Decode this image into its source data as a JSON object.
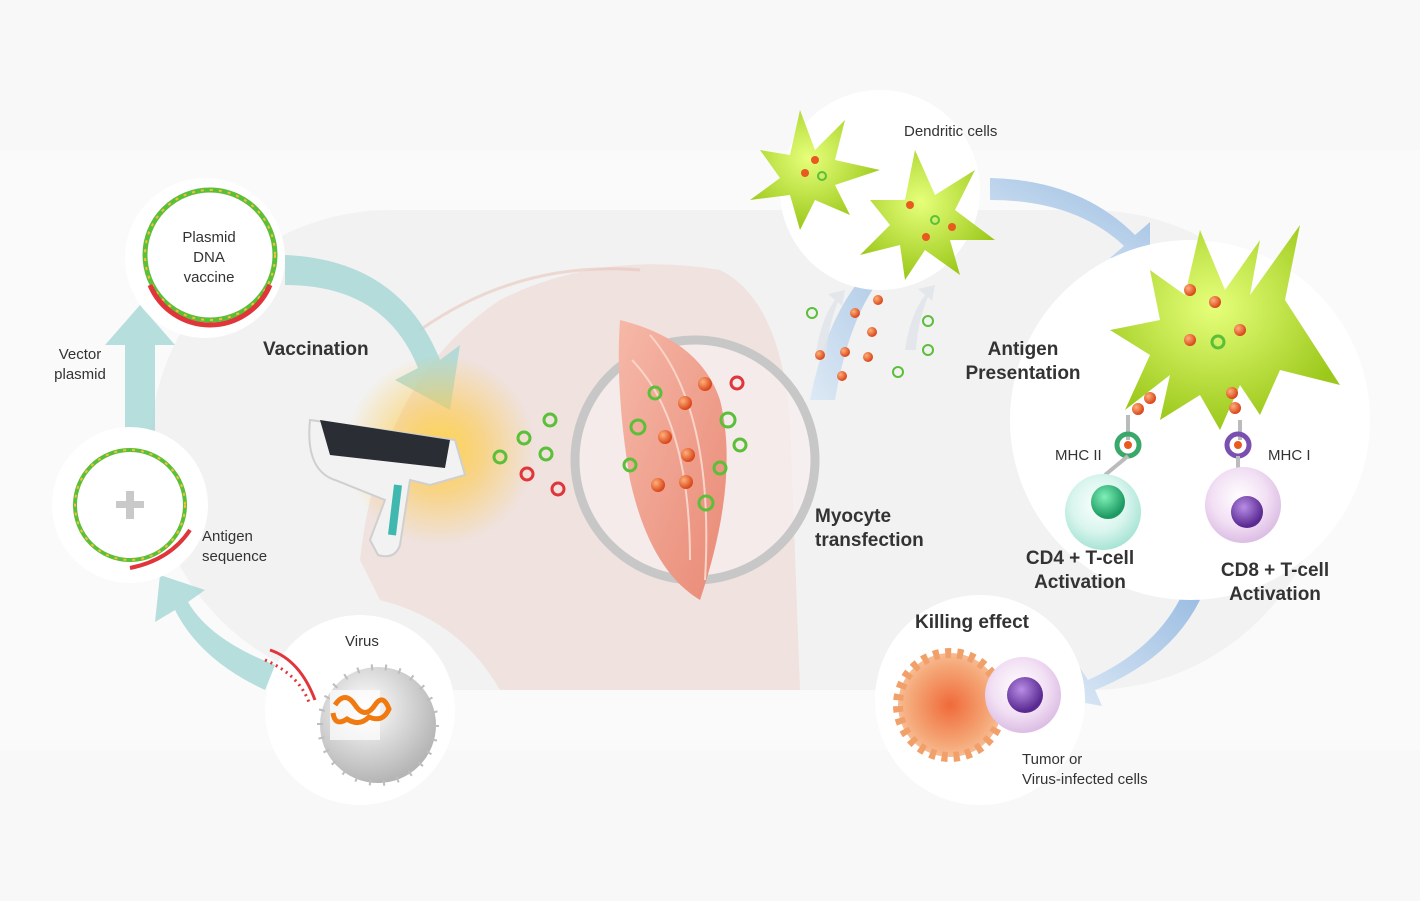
{
  "labels": {
    "plasmid_dna_vaccine": [
      "Plasmid",
      "DNA",
      "vaccine"
    ],
    "vector_plasmid": [
      "Vector",
      "plasmid"
    ],
    "antigen_sequence": [
      "Antigen",
      "sequence"
    ],
    "virus": "Virus",
    "vaccination": "Vaccination",
    "myocyte_transfection": [
      "Myocyte",
      "transfection"
    ],
    "dendritic_cells": "Dendritic cells",
    "antigen_presentation": [
      "Antigen",
      "Presentation"
    ],
    "mhc_ii": "MHC II",
    "mhc_i": "MHC I",
    "cd4_activation": [
      "CD4 + T-cell",
      "Activation"
    ],
    "cd8_activation": [
      "CD8 + T-cell",
      "Activation"
    ],
    "killing_effect": "Killing effect",
    "tumor_cells": [
      "Tumor or",
      "Virus-infected cells"
    ]
  },
  "colors": {
    "cycle_arrow": "#a9d8d6",
    "presentation_arrow": "#a9c8e8",
    "dendritic_cell": "#b8e02a",
    "antigen_dot": "#e85a20",
    "dna_green": "#5bbf3a",
    "dna_red": "#e0353a",
    "cd4_cell": "#3fc58a",
    "cd8_cell": "#8a4fc0",
    "tumor_cell": "#f2a06a",
    "muscle": "#f0a090",
    "injector_glow": "#ffc840"
  },
  "icons": {
    "plus": "plus-icon",
    "injector": "dna-injector-device-icon",
    "muscle": "muscle-fiber-icon",
    "virus": "virus-particle-icon"
  }
}
